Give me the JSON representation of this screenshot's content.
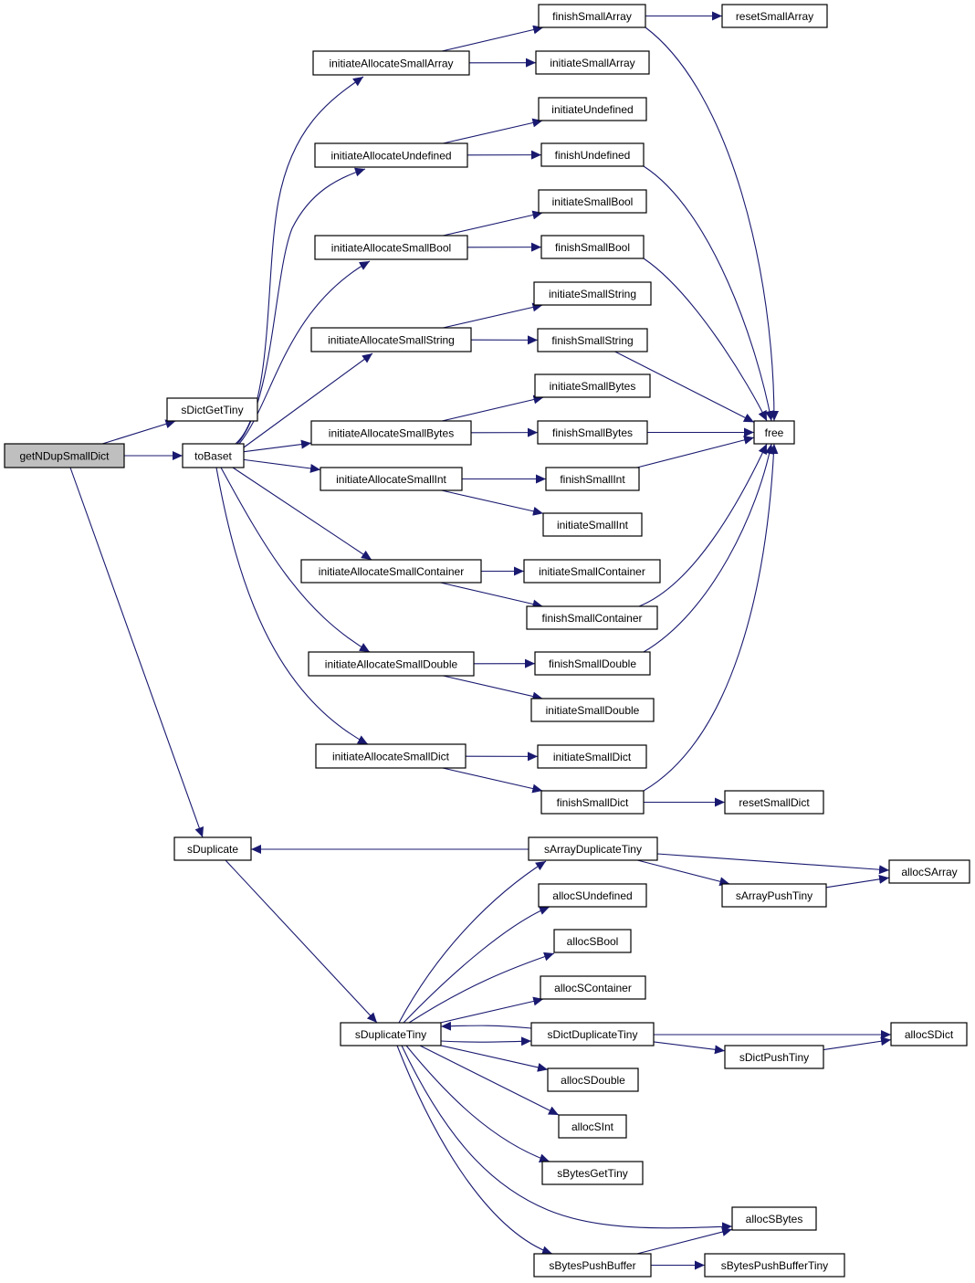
{
  "graph": {
    "root": "getNDupSmallDict",
    "edge_color": "#191970",
    "root_fill": "#bfbfbf",
    "nodes": [
      "getNDupSmallDict",
      "sDictGetTiny",
      "toBaset",
      "sDuplicate",
      "initiateAllocateSmallArray",
      "initiateAllocateUndefined",
      "initiateAllocateSmallBool",
      "initiateAllocateSmallString",
      "initiateAllocateSmallBytes",
      "initiateAllocateSmallInt",
      "initiateAllocateSmallContainer",
      "initiateAllocateSmallDouble",
      "initiateAllocateSmallDict",
      "finishSmallArray",
      "initiateSmallArray",
      "initiateUndefined",
      "finishUndefined",
      "initiateSmallBool",
      "finishSmallBool",
      "initiateSmallString",
      "finishSmallString",
      "initiateSmallBytes",
      "finishSmallBytes",
      "finishSmallInt",
      "initiateSmallInt",
      "initiateSmallContainer",
      "finishSmallContainer",
      "finishSmallDouble",
      "initiateSmallDouble",
      "initiateSmallDict",
      "finishSmallDict",
      "resetSmallArray",
      "free",
      "resetSmallDict",
      "sArrayDuplicateTiny",
      "allocSArray",
      "sArrayPushTiny",
      "allocSUndefined",
      "allocSBool",
      "allocSContainer",
      "sDuplicateTiny",
      "sDictDuplicateTiny",
      "allocSDict",
      "sDictPushTiny",
      "allocSDouble",
      "allocSInt",
      "sBytesGetTiny",
      "allocSBytes",
      "sBytesPushBuffer",
      "sBytesPushBufferTiny"
    ],
    "edges": [
      [
        "getNDupSmallDict",
        "sDictGetTiny"
      ],
      [
        "getNDupSmallDict",
        "toBaset"
      ],
      [
        "getNDupSmallDict",
        "sDuplicate"
      ],
      [
        "toBaset",
        "initiateAllocateSmallArray"
      ],
      [
        "toBaset",
        "initiateAllocateUndefined"
      ],
      [
        "toBaset",
        "initiateAllocateSmallBool"
      ],
      [
        "toBaset",
        "initiateAllocateSmallString"
      ],
      [
        "toBaset",
        "initiateAllocateSmallBytes"
      ],
      [
        "toBaset",
        "initiateAllocateSmallInt"
      ],
      [
        "toBaset",
        "initiateAllocateSmallContainer"
      ],
      [
        "toBaset",
        "initiateAllocateSmallDouble"
      ],
      [
        "toBaset",
        "initiateAllocateSmallDict"
      ],
      [
        "initiateAllocateSmallArray",
        "finishSmallArray"
      ],
      [
        "initiateAllocateSmallArray",
        "initiateSmallArray"
      ],
      [
        "initiateAllocateUndefined",
        "initiateUndefined"
      ],
      [
        "initiateAllocateUndefined",
        "finishUndefined"
      ],
      [
        "initiateAllocateSmallBool",
        "initiateSmallBool"
      ],
      [
        "initiateAllocateSmallBool",
        "finishSmallBool"
      ],
      [
        "initiateAllocateSmallString",
        "initiateSmallString"
      ],
      [
        "initiateAllocateSmallString",
        "finishSmallString"
      ],
      [
        "initiateAllocateSmallBytes",
        "initiateSmallBytes"
      ],
      [
        "initiateAllocateSmallBytes",
        "finishSmallBytes"
      ],
      [
        "initiateAllocateSmallInt",
        "finishSmallInt"
      ],
      [
        "initiateAllocateSmallInt",
        "initiateSmallInt"
      ],
      [
        "initiateAllocateSmallContainer",
        "initiateSmallContainer"
      ],
      [
        "initiateAllocateSmallContainer",
        "finishSmallContainer"
      ],
      [
        "initiateAllocateSmallDouble",
        "finishSmallDouble"
      ],
      [
        "initiateAllocateSmallDouble",
        "initiateSmallDouble"
      ],
      [
        "initiateAllocateSmallDict",
        "initiateSmallDict"
      ],
      [
        "initiateAllocateSmallDict",
        "finishSmallDict"
      ],
      [
        "finishSmallArray",
        "resetSmallArray"
      ],
      [
        "finishSmallArray",
        "free"
      ],
      [
        "finishUndefined",
        "free"
      ],
      [
        "finishSmallBool",
        "free"
      ],
      [
        "finishSmallString",
        "free"
      ],
      [
        "finishSmallBytes",
        "free"
      ],
      [
        "finishSmallInt",
        "free"
      ],
      [
        "finishSmallContainer",
        "free"
      ],
      [
        "finishSmallDouble",
        "free"
      ],
      [
        "finishSmallDict",
        "free"
      ],
      [
        "finishSmallDict",
        "resetSmallDict"
      ],
      [
        "sDuplicate",
        "sDuplicateTiny"
      ],
      [
        "sArrayDuplicateTiny",
        "sDuplicate"
      ],
      [
        "sArrayDuplicateTiny",
        "allocSArray"
      ],
      [
        "sArrayDuplicateTiny",
        "sArrayPushTiny"
      ],
      [
        "sArrayPushTiny",
        "allocSArray"
      ],
      [
        "sDuplicateTiny",
        "sArrayDuplicateTiny"
      ],
      [
        "sDuplicateTiny",
        "allocSUndefined"
      ],
      [
        "sDuplicateTiny",
        "allocSBool"
      ],
      [
        "sDuplicateTiny",
        "allocSContainer"
      ],
      [
        "sDuplicateTiny",
        "sDictDuplicateTiny"
      ],
      [
        "sDictDuplicateTiny",
        "sDuplicateTiny"
      ],
      [
        "sDuplicateTiny",
        "allocSDouble"
      ],
      [
        "sDuplicateTiny",
        "allocSInt"
      ],
      [
        "sDuplicateTiny",
        "sBytesGetTiny"
      ],
      [
        "sDuplicateTiny",
        "allocSBytes"
      ],
      [
        "sDuplicateTiny",
        "sBytesPushBuffer"
      ],
      [
        "sDictDuplicateTiny",
        "allocSDict"
      ],
      [
        "sDictDuplicateTiny",
        "sDictPushTiny"
      ],
      [
        "sDictPushTiny",
        "allocSDict"
      ],
      [
        "sBytesPushBuffer",
        "allocSBytes"
      ],
      [
        "sBytesPushBuffer",
        "sBytesPushBufferTiny"
      ]
    ]
  }
}
